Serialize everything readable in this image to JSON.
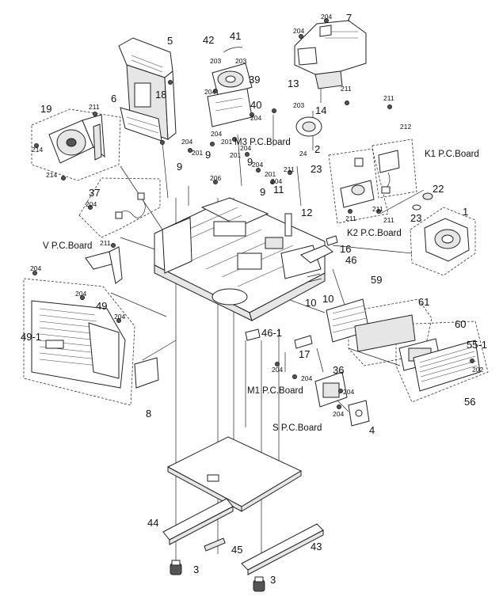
{
  "labels": {
    "p1": "1",
    "p2": "2",
    "p3a": "3",
    "p3b": "3",
    "p4": "4",
    "p5": "5",
    "p6": "6",
    "p7": "7",
    "p8": "8",
    "p9a": "9",
    "p9b": "9",
    "p9c": "9",
    "p10a": "10",
    "p10b": "10",
    "p11": "11",
    "p12": "12",
    "p13": "13",
    "p14": "14",
    "p16": "16",
    "p17": "17",
    "p18": "18",
    "p19": "19",
    "p22": "22",
    "p23a": "23",
    "p23b": "23",
    "p24": "24",
    "p36": "36",
    "p37": "37",
    "p39": "39",
    "p40": "40",
    "p41": "41",
    "p42": "42",
    "p43": "43",
    "p44": "44",
    "p45": "45",
    "p46": "46",
    "p46_1": "46-1",
    "p49": "49",
    "p49_1": "49-1",
    "p55_1": "55-1",
    "p56": "56",
    "p59": "59",
    "p60": "60",
    "p61": "61"
  },
  "screws": {
    "s204_7a": "204",
    "s204_7b": "204",
    "s211_r1": "211",
    "s211_r2": "211",
    "s212": "212",
    "s203_2": "203",
    "s211_19": "211",
    "s214a": "214",
    "s214b": "214",
    "s203_39a": "203",
    "s203_39b": "203",
    "s204_40a": "204",
    "s204_40b": "204",
    "s201a": "201",
    "s201b": "201",
    "s201c": "201",
    "s204_9a": "204",
    "s204_9b": "204",
    "s204_9c": "204",
    "s206": "206",
    "s204_37": "204",
    "s211_v": "211",
    "s211_k2a": "211",
    "s211_k2b": "211",
    "s211_k2c": "211",
    "s211_mid": "211",
    "s204_49a": "204",
    "s204_49b": "204",
    "s204_49c": "204",
    "s204_m1": "204",
    "s204_36a": "204",
    "s204_36b": "204",
    "s204_4": "204",
    "s202": "202"
  },
  "boards": {
    "k1": "K1 P.C.Board",
    "k2": "K2 P.C.Board",
    "m3": "M3 P.C.Board",
    "v": "V P.C.Board",
    "m1": "M1 P.C.Board",
    "s": "S P.C.Board"
  }
}
